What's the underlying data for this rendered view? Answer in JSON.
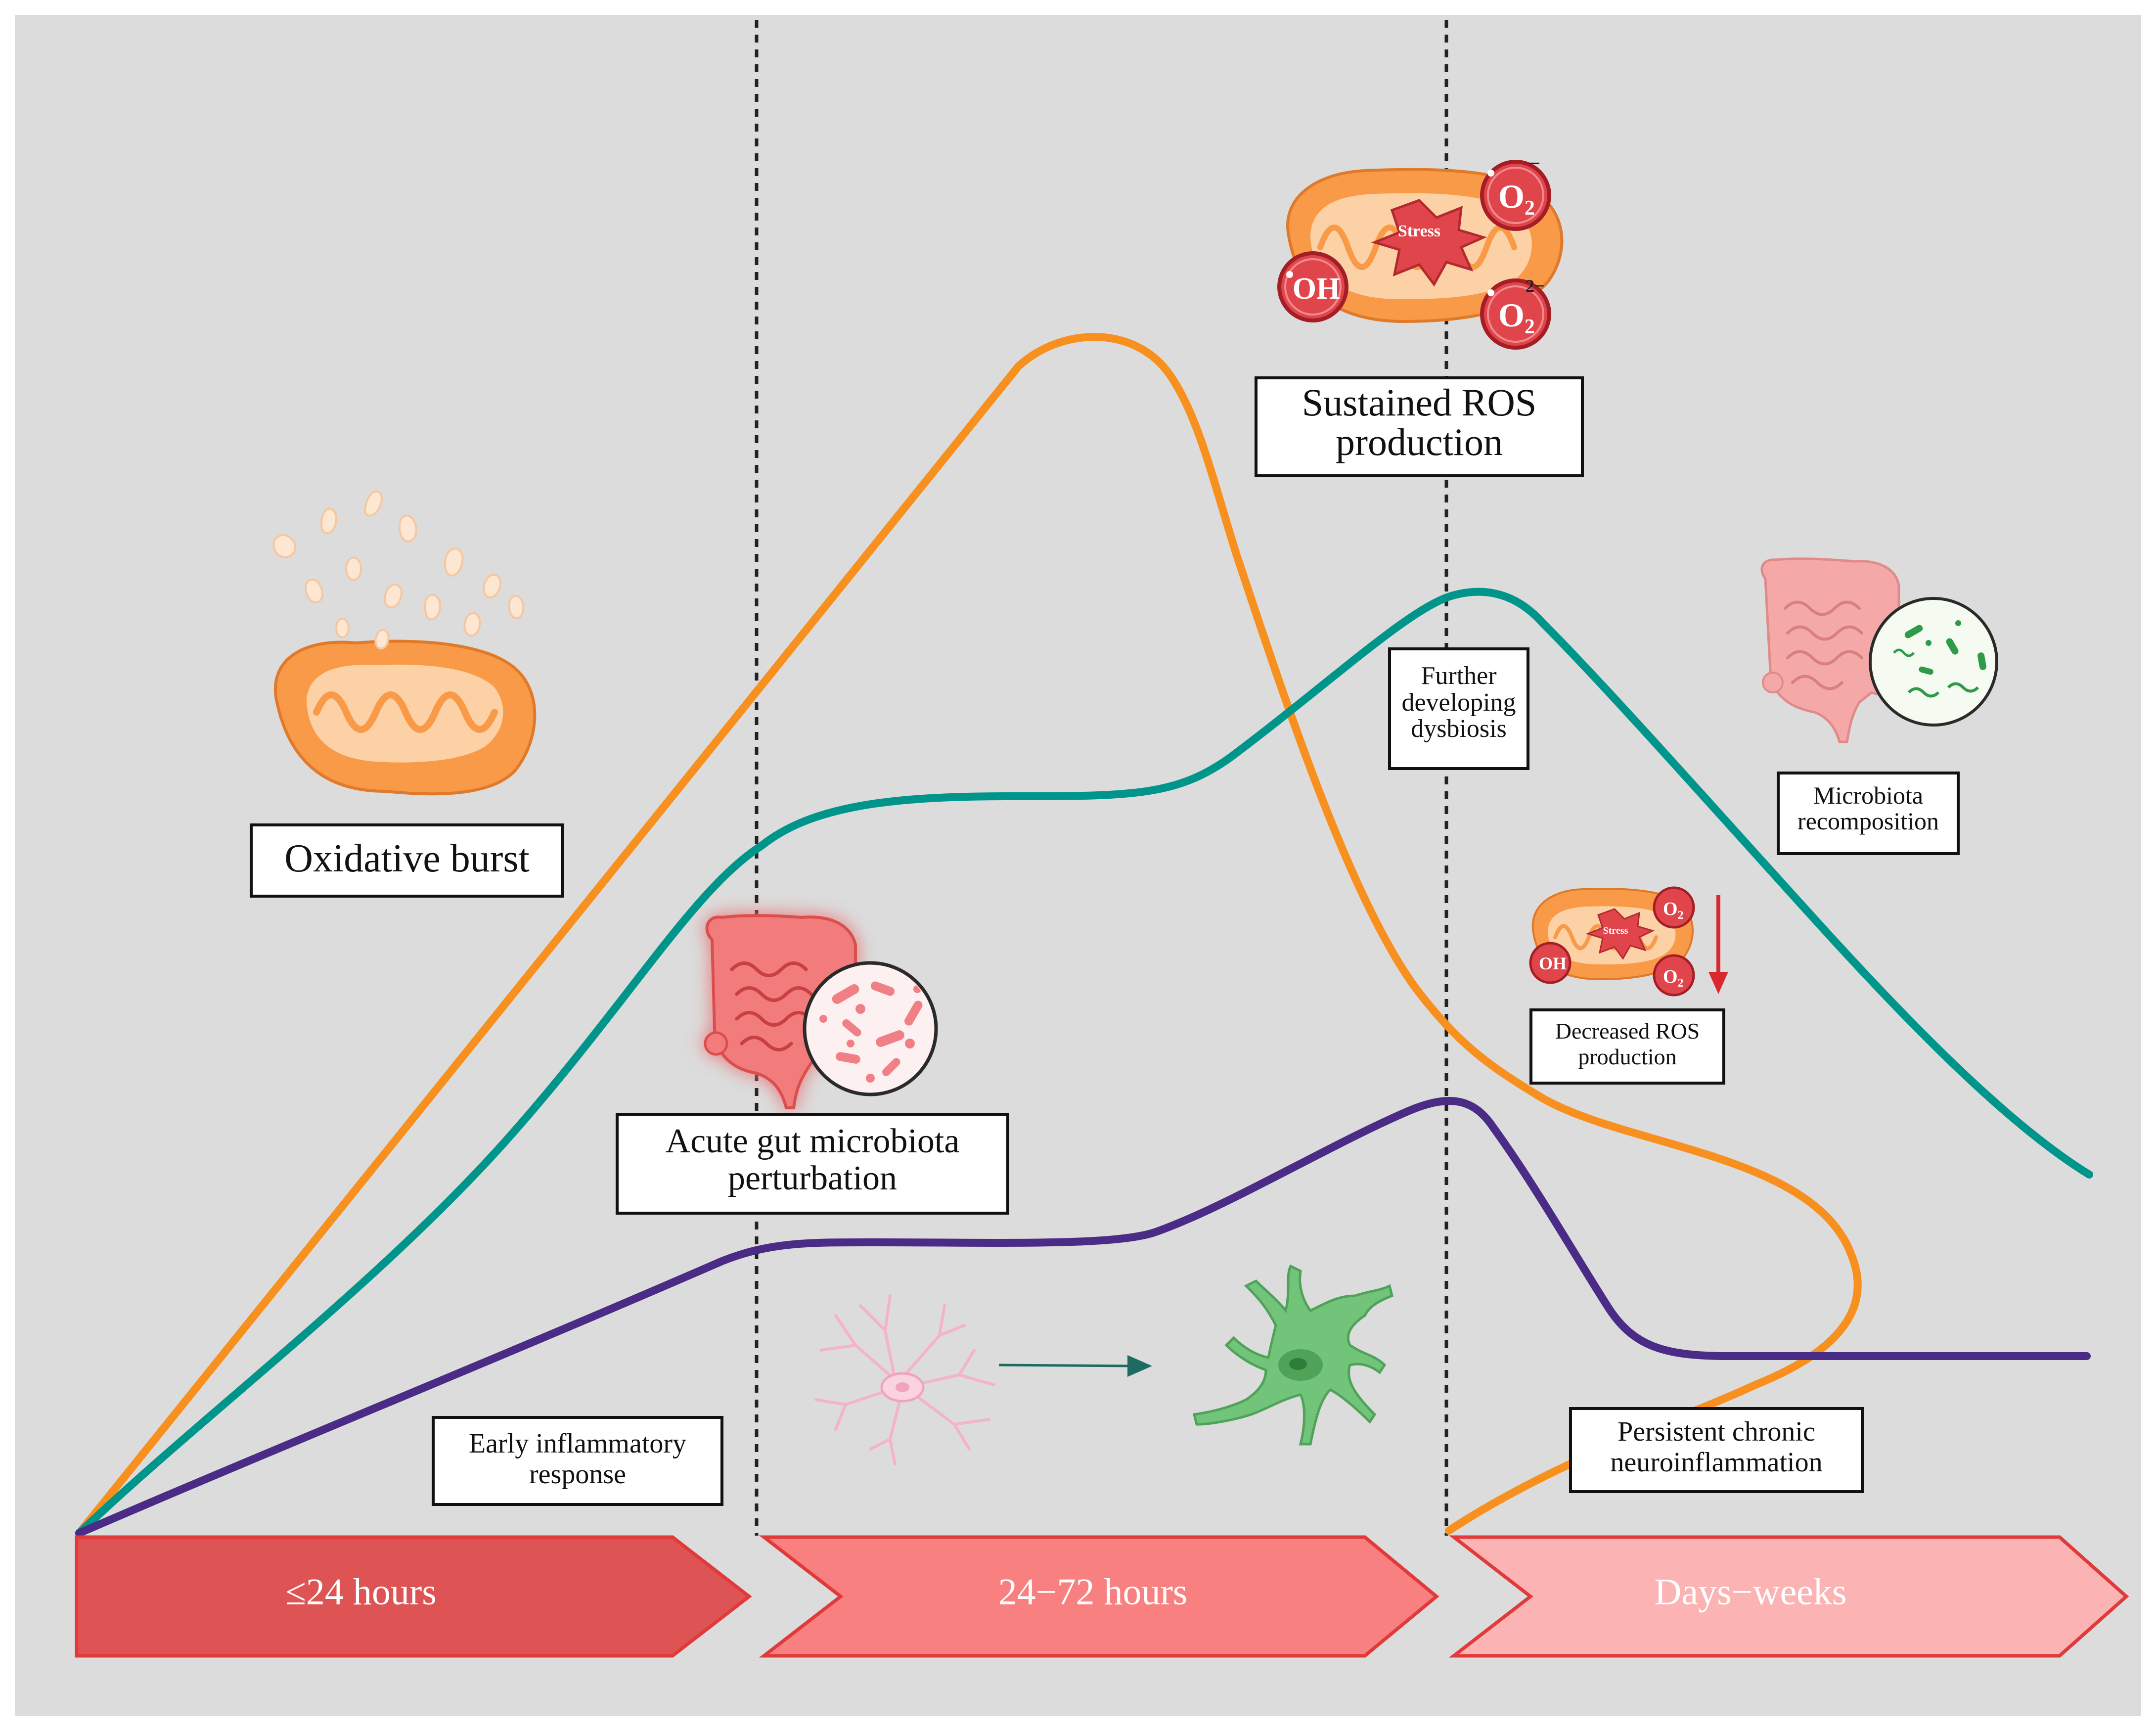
{
  "colors": {
    "background": "#dcdcdc",
    "ros_curve": "#f7901e",
    "microbiota_curve": "#00958b",
    "neuroinflammation_curve": "#4a2c86",
    "phase_1": "#de5455",
    "phase_2": "#f98080",
    "phase_3": "#fbb3b3",
    "phase_border": "#e03a3a",
    "mito_orange": "#f89a48",
    "ros_red": "#e0454c",
    "gut_pink": "#f7aaa8",
    "microglia_green": "#72c47a"
  },
  "phases": [
    {
      "label": "≤24 hours"
    },
    {
      "label": "24−72 hours"
    },
    {
      "label": "Days−weeks"
    }
  ],
  "labels": {
    "oxidative_burst": "Oxidative burst",
    "acute_gut": [
      "Acute gut microbiota",
      "perturbation"
    ],
    "early_inflammatory": [
      "Early inflammatory",
      "response"
    ],
    "sustained_ros": [
      "Sustained ROS",
      "production"
    ],
    "further_dysbiosis": [
      "Further",
      "developing",
      "dysbiosis"
    ],
    "microbiota_recomposition": [
      "Microbiota",
      "recomposition"
    ],
    "decreased_ros": [
      "Decreased ROS",
      "production"
    ],
    "persistent_neuroinflammation": [
      "Persistent chronic",
      "neuroinflammation"
    ]
  },
  "icons": {
    "stress_label": "Stress",
    "oh_label": "OH",
    "o2_label": "O",
    "o2_subscript": "2",
    "superoxide_charge": "−",
    "peroxide_charge": "2−",
    "burst_icon": "exploding-mitochondrion-icon",
    "mito_icon": "stressed-mitochondrion-icon",
    "gut_icon": "intestine-icon",
    "bacteria_icon": "bacteria-magnifier-icon",
    "neuron_icon": "resting-microglia-icon",
    "activated_icon": "activated-microglia-icon",
    "arrow_icon": "transition-arrow-icon",
    "down_arrow_icon": "decrease-arrow-icon"
  }
}
